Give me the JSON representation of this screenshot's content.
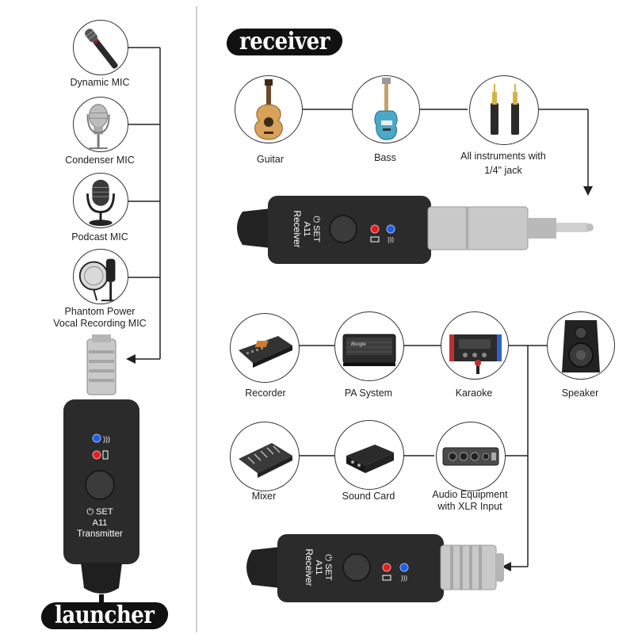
{
  "banners": {
    "receiver": "receiver",
    "launcher": "launcher"
  },
  "mics": [
    {
      "label": "Dynamic MIC",
      "icon": "dynamic-mic-icon"
    },
    {
      "label": "Condenser MIC",
      "icon": "condenser-mic-icon"
    },
    {
      "label": "Podcast MIC",
      "icon": "podcast-mic-icon"
    },
    {
      "label_line1": "Phantom Power",
      "label_line2": "Vocal Recording MIC",
      "icon": "phantom-mic-icon"
    }
  ],
  "instruments": [
    {
      "label": "Guitar",
      "icon": "guitar-icon"
    },
    {
      "label": "Bass",
      "icon": "bass-icon"
    },
    {
      "label_line1": "All instruments with",
      "label_line2": "1/4\" jack",
      "icon": "jack-cable-icon"
    }
  ],
  "outputs_row1": [
    {
      "label": "Recorder",
      "icon": "recorder-icon"
    },
    {
      "label": "PA System",
      "icon": "pa-system-icon"
    },
    {
      "label": "Karaoke",
      "icon": "karaoke-icon"
    },
    {
      "label": "Speaker",
      "icon": "speaker-icon"
    }
  ],
  "outputs_row2": [
    {
      "label": "Mixer",
      "icon": "mixer-icon"
    },
    {
      "label": "Sound Card",
      "icon": "sound-card-icon"
    },
    {
      "label_line1": "Audio Equipment",
      "label_line2": "with XLR Input",
      "icon": "audio-equipment-icon"
    }
  ],
  "devices": {
    "receiver_top": {
      "set": "⏻ SET",
      "model": "A11",
      "name": "Receiver"
    },
    "receiver_bottom": {
      "set": "⏻ SET",
      "model": "A11",
      "name": "Receiver"
    },
    "transmitter": {
      "set": "⏻ SET",
      "model": "A11",
      "name": "Transmitter"
    },
    "amp_brand": "Boogie"
  },
  "colors": {
    "device_body": "#2b2b2b",
    "led_red": "#e0201c",
    "led_blue": "#1f5fe0",
    "line": "#222222"
  }
}
